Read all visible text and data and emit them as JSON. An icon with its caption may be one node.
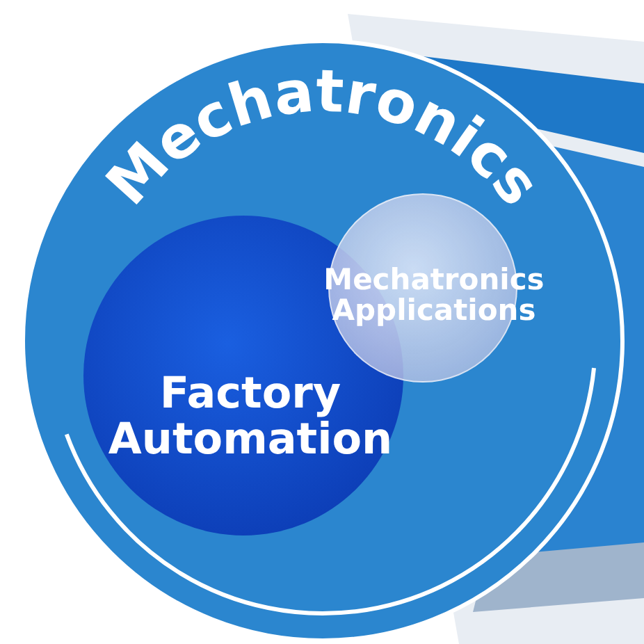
{
  "diagram": {
    "nodes": [
      {
        "text": [
          "Mechatronics"
        ]
      },
      {
        "text": [
          "Factory Automation"
        ],
        "in": 0
      },
      {
        "text": [
          "Mechatronics Applications"
        ],
        "in": 0
      }
    ]
  }
}
